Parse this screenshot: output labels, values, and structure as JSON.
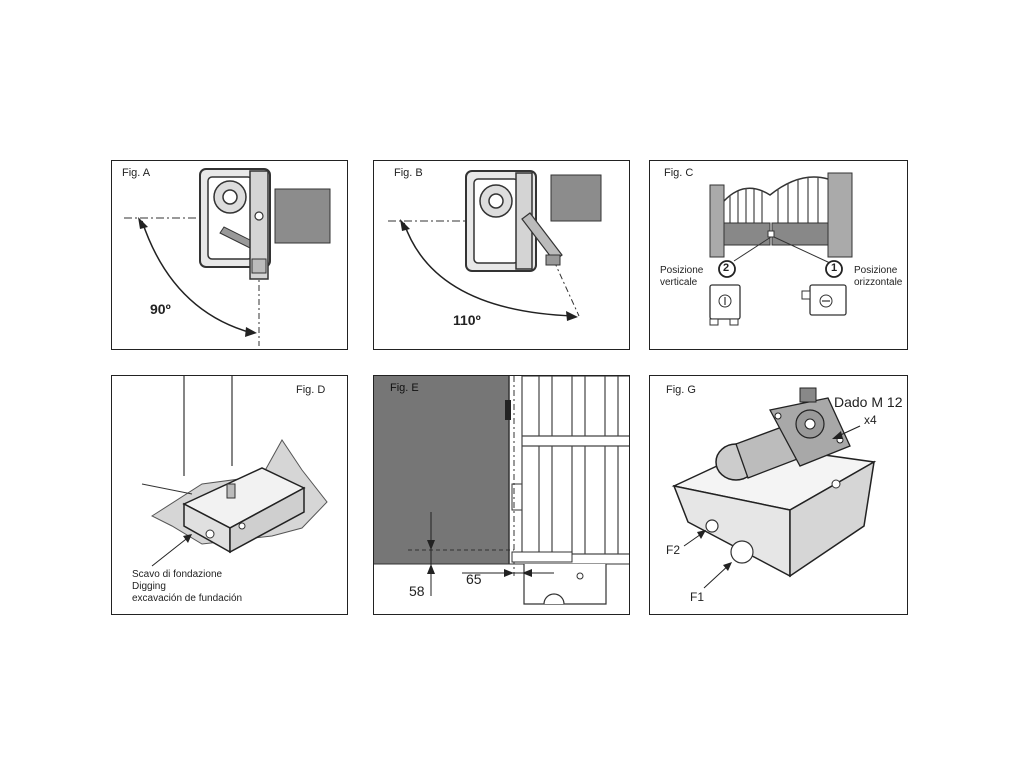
{
  "figures": {
    "a": {
      "label": "Fig. A",
      "angle": "90º"
    },
    "b": {
      "label": "Fig. B",
      "angle": "110º"
    },
    "c": {
      "label": "Fig. C",
      "marker_1": "1",
      "marker_2": "2",
      "vertical_line1": "Posizione",
      "vertical_line2": "verticale",
      "horizontal_line1": "Posizione",
      "horizontal_line2": "orizzontale"
    },
    "d": {
      "label": "Fig. D",
      "caption_line1": "Scavo di fondazione",
      "caption_line2": "Digging",
      "caption_line3": "excavación de fundación"
    },
    "e": {
      "label": "Fig. E",
      "dim_vertical": "58",
      "dim_horizontal": "65"
    },
    "g": {
      "label": "Fig. G",
      "nut_line1": "Dado M 12",
      "nut_line2": "x4",
      "f1": "F1",
      "f2": "F2"
    }
  }
}
